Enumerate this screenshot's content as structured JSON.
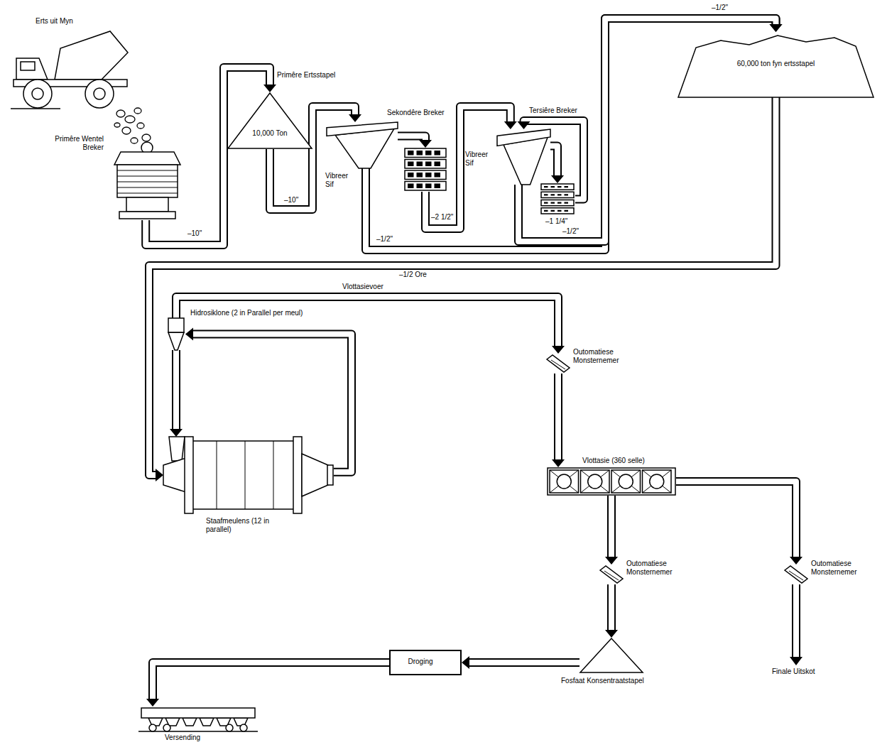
{
  "diagram": {
    "nodes": [
      {
        "text": [
          "Erts uit Myn"
        ]
      },
      {
        "text": [
          "Primêre Wentel Breker"
        ]
      },
      {
        "text": [
          "Primêre Ertsstapel",
          "10,000 Ton"
        ]
      },
      {
        "text": [
          "Vibreer Sif"
        ]
      },
      {
        "text": [
          "Sekondêre Breker"
        ]
      },
      {
        "text": [
          "Vibreer Sif"
        ]
      },
      {
        "text": [
          "Tersiêre Breker"
        ]
      },
      {
        "text": [
          "60,000 ton fyn ertsstapel"
        ]
      },
      {
        "text": [
          "Hidrosiklone (2 in Parallel per meul)"
        ]
      },
      {
        "text": [
          "Staafmeulens (12 in parallel)"
        ]
      },
      {
        "text": [
          "Outomatiese Monsternemer"
        ]
      },
      {
        "text": [
          "Vlottasie (360 selle)"
        ]
      },
      {
        "text": [
          "Outomatiese Monsternemer"
        ]
      },
      {
        "text": [
          "Outomatiese Monsternemer"
        ]
      },
      {
        "text": [
          "Fosfaat Konsentraatstapel"
        ]
      },
      {
        "text": [
          "Droging"
        ]
      },
      {
        "text": [
          "Versending"
        ]
      }
    ],
    "edges": [
      {
        "from": 1,
        "to": 2,
        "arrow": "to",
        "label": "–10\""
      },
      {
        "from": 2,
        "to": 3,
        "arrow": "to",
        "label": "–10\""
      },
      {
        "from": 3,
        "to": 4,
        "arrow": "to"
      },
      {
        "from": 4,
        "to": 5,
        "arrow": "to",
        "label": "–2 1/2\""
      },
      {
        "from": 5,
        "to": 6,
        "arrow": "to"
      },
      {
        "from": 6,
        "to": 5,
        "arrow": "to",
        "label": "–1 1/4\""
      },
      {
        "from": 3,
        "to": 7,
        "arrow": "to",
        "label": "–1/2\""
      },
      {
        "from": 5,
        "to": 7,
        "arrow": "to",
        "label": "–1/2\""
      },
      {
        "from": 7,
        "to": 9,
        "arrow": "to",
        "label": "–1/2 Ore"
      },
      {
        "from": 9,
        "to": 8,
        "arrow": "to"
      },
      {
        "from": 8,
        "to": 9,
        "arrow": "to"
      },
      {
        "from": 8,
        "to": 10,
        "arrow": "to",
        "label": "Vlottasievoer"
      },
      {
        "from": 10,
        "to": 11,
        "arrow": "to"
      },
      {
        "from": 11,
        "to": 12,
        "arrow": "to"
      },
      {
        "from": 12,
        "to": 14,
        "arrow": "to"
      },
      {
        "from": 14,
        "to": 15,
        "arrow": "to"
      },
      {
        "from": 15,
        "to": 16,
        "arrow": "to"
      },
      {
        "from": 11,
        "to": 13,
        "arrow": "to"
      }
    ],
    "labels": [
      "–1/2\"",
      "Finale Uitskot"
    ]
  }
}
